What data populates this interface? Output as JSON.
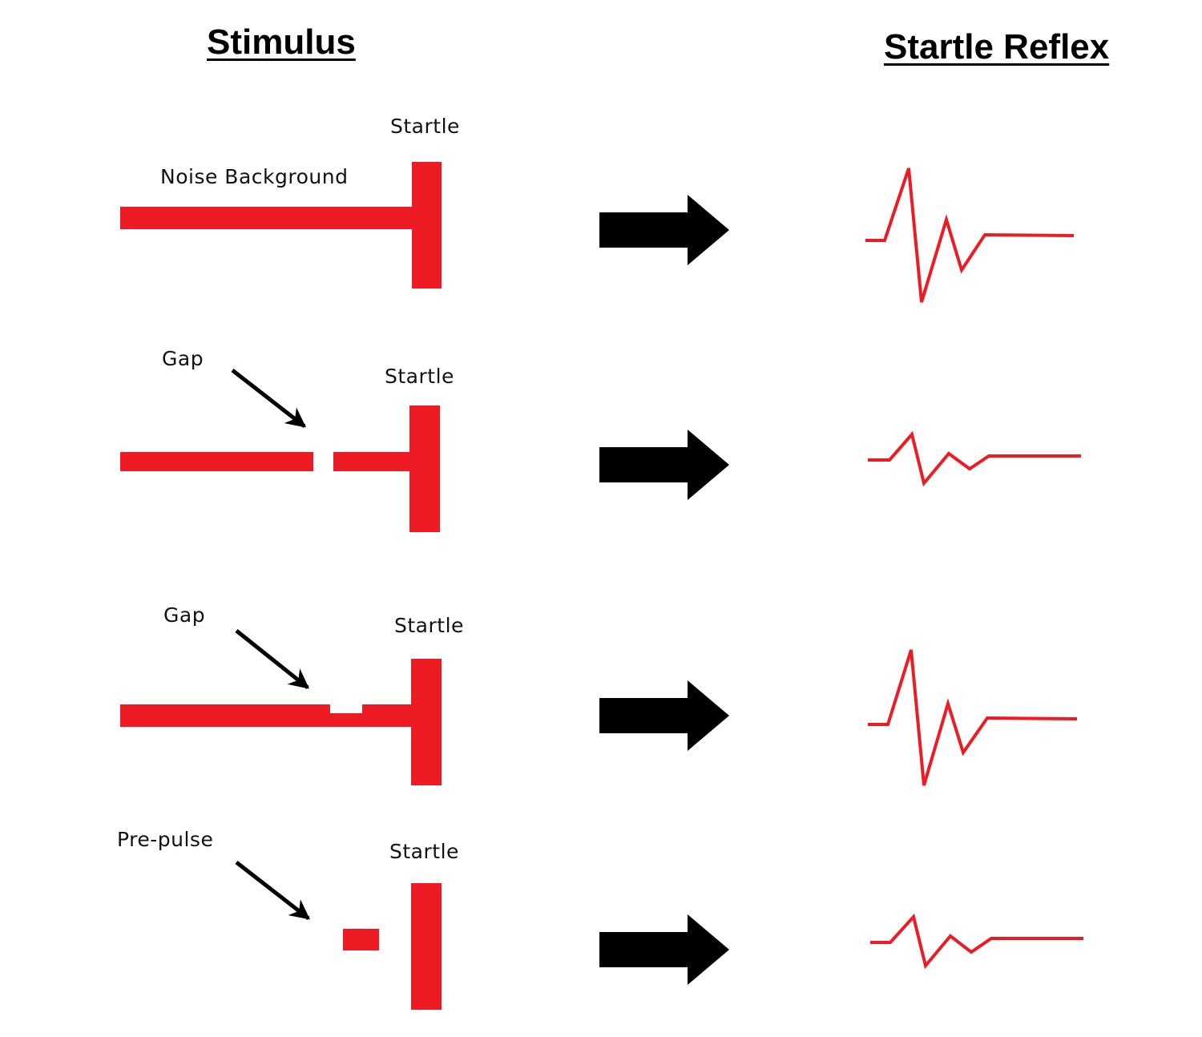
{
  "headings": {
    "stimulus": "Stimulus",
    "response": "Startle Reflex"
  },
  "colors": {
    "stimulus": "#ED1C24",
    "response": "#ED1C24",
    "arrow": "#000000"
  },
  "rows": [
    {
      "condition": "baseline",
      "stimulus_labels": {
        "background": "Noise Background",
        "startle": "Startle"
      },
      "pointer_label": null,
      "response_amplitude": "large"
    },
    {
      "condition": "gap-silent",
      "stimulus_labels": {
        "startle": "Startle"
      },
      "pointer_label": "Gap",
      "response_amplitude": "small"
    },
    {
      "condition": "gap-partial",
      "stimulus_labels": {
        "startle": "Startle"
      },
      "pointer_label": "Gap",
      "response_amplitude": "large"
    },
    {
      "condition": "pre-pulse",
      "stimulus_labels": {
        "startle": "Startle"
      },
      "pointer_label": "Pre-pulse",
      "response_amplitude": "small"
    }
  ]
}
